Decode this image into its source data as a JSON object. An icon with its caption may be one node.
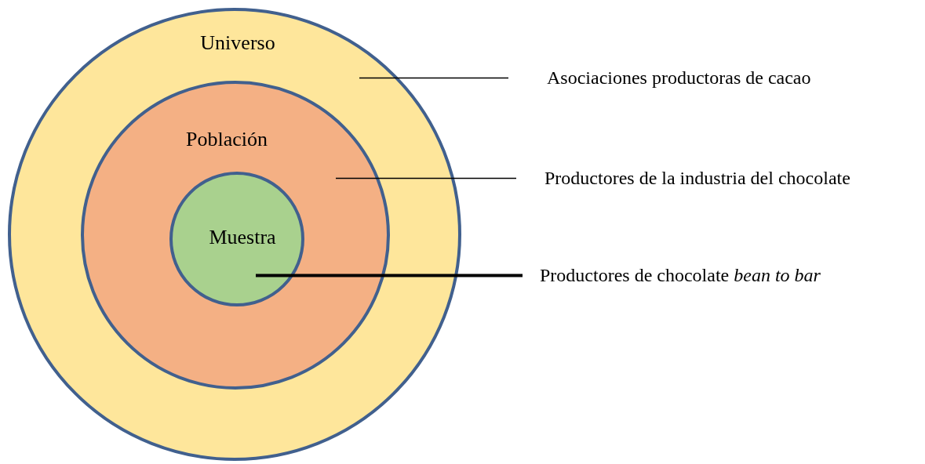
{
  "diagram": {
    "nodes": [
      {
        "text": [
          "Universo"
        ]
      },
      {
        "text": [
          "Población"
        ],
        "in": 0
      },
      {
        "text": [
          "Muestra"
        ],
        "in": 1
      },
      {
        "text": [
          "Asociaciones productoras de cacao"
        ]
      },
      {
        "text": [
          "Productores de la industria del chocolate"
        ]
      },
      {
        "text": [
          "Productores de chocolate *bean to bar*"
        ]
      }
    ],
    "edges": [
      {
        "from": 3,
        "to": 0,
        "arrow": "none"
      },
      {
        "from": 4,
        "to": 1,
        "arrow": "none"
      },
      {
        "from": 5,
        "to": 2,
        "arrow": "none",
        "style": "thick"
      }
    ]
  }
}
